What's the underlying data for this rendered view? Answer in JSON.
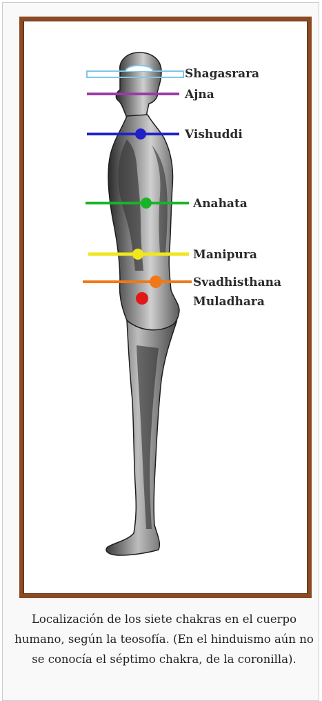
{
  "chakras": [
    {
      "name": "Shagasrara",
      "color": "#7fc6e6"
    },
    {
      "name": "Ajna",
      "color": "#9b3aa6"
    },
    {
      "name": "Vishuddi",
      "color": "#2020c8"
    },
    {
      "name": "Anahata",
      "color": "#18b428"
    },
    {
      "name": "Manipura",
      "color": "#f2e61c"
    },
    {
      "name": "Svadhisthana",
      "color": "#f07818"
    },
    {
      "name": "Muladhara",
      "color": "#e01818"
    }
  ],
  "caption": "Localización de los siete chakras en el cuerpo humano, según la teosofía. (En el hinduismo aún no se conocía el séptimo chakra, de la coronilla)."
}
